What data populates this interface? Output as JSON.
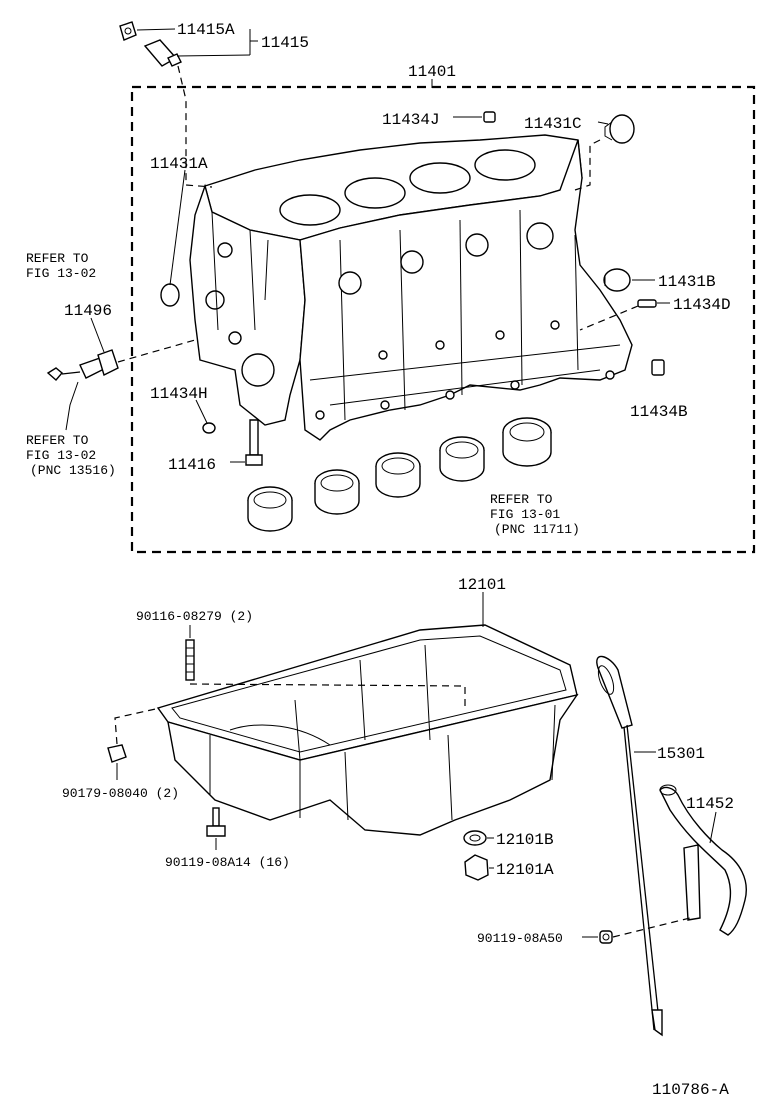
{
  "diagram_id": "110786-A",
  "labels": {
    "p11415A": "11415A",
    "p11415": "11415",
    "p11401": "11401",
    "p11434J": "11434J",
    "p11431C": "11431C",
    "p11431A": "11431A",
    "p11431B": "11431B",
    "p11434D": "11434D",
    "p11496": "11496",
    "p11434H": "11434H",
    "p11434B": "11434B",
    "p11416": "11416",
    "p12101": "12101",
    "p90116": "90116-08279 (2)",
    "p90179": "90179-08040 (2)",
    "p90119a14": "90119-08A14 (16)",
    "p15301": "15301",
    "p11452": "11452",
    "p12101B": "12101B",
    "p12101A": "12101A",
    "p90119a50": "90119-08A50"
  },
  "refs": {
    "ref1_line1": "REFER TO",
    "ref1_line2": "FIG 13-02",
    "ref2_line1": "REFER TO",
    "ref2_line2": "FIG 13-02",
    "ref2_line3": "(PNC 13516)",
    "ref3_line1": "REFER TO",
    "ref3_line2": "FIG 13-01",
    "ref3_line3": "(PNC 11711)"
  }
}
